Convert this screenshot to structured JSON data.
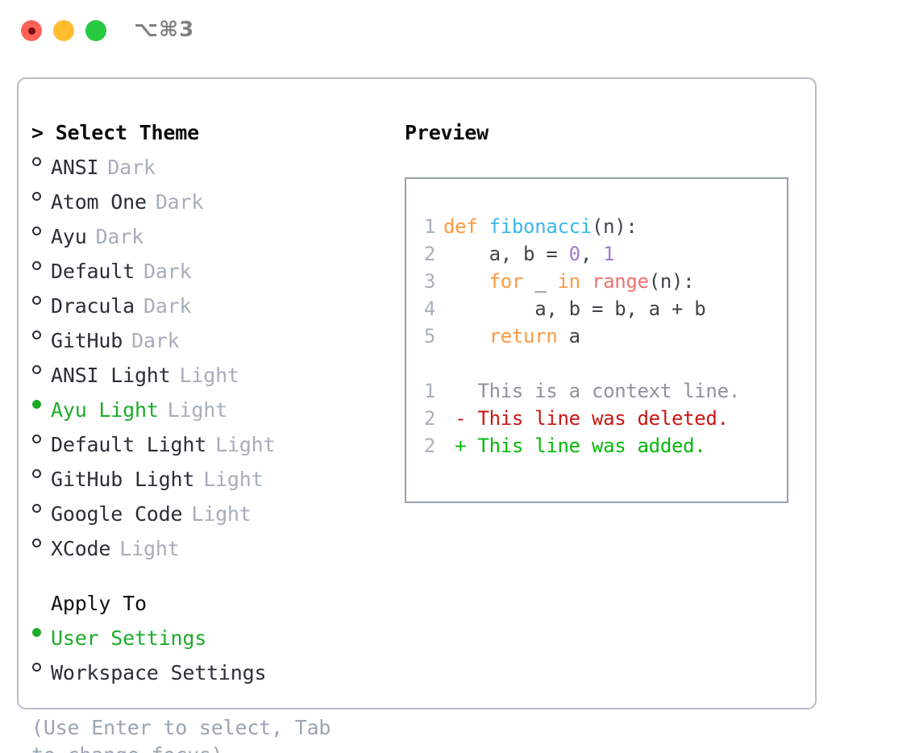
{
  "titlebar": {
    "shortcut": "⌥⌘3",
    "buttons": {
      "close": "close",
      "minimize": "minimize",
      "maximize": "maximize"
    }
  },
  "theme_selector": {
    "heading": "> Select Theme",
    "options": [
      {
        "name": "ANSI",
        "tag": "Dark",
        "selected": false
      },
      {
        "name": "Atom One",
        "tag": "Dark",
        "selected": false
      },
      {
        "name": "Ayu",
        "tag": "Dark",
        "selected": false
      },
      {
        "name": "Default",
        "tag": "Dark",
        "selected": false
      },
      {
        "name": "Dracula",
        "tag": "Dark",
        "selected": false
      },
      {
        "name": "GitHub",
        "tag": "Dark",
        "selected": false
      },
      {
        "name": "ANSI Light",
        "tag": "Light",
        "selected": false
      },
      {
        "name": "Ayu Light",
        "tag": "Light",
        "selected": true
      },
      {
        "name": "Default Light",
        "tag": "Light",
        "selected": false
      },
      {
        "name": "GitHub Light",
        "tag": "Light",
        "selected": false
      },
      {
        "name": "Google Code",
        "tag": "Light",
        "selected": false
      },
      {
        "name": "XCode",
        "tag": "Light",
        "selected": false
      }
    ]
  },
  "apply_to": {
    "heading": "Apply To",
    "options": [
      {
        "name": "User Settings",
        "selected": true
      },
      {
        "name": "Workspace Settings",
        "selected": false
      }
    ]
  },
  "hint": "(Use Enter to select, Tab to change focus)",
  "preview": {
    "title": "Preview",
    "code_lines": [
      {
        "lineno": "1",
        "tokens": [
          {
            "text": "def ",
            "type": "kw"
          },
          {
            "text": "fibonacci",
            "type": "fn"
          },
          {
            "text": "(n):",
            "type": "txt"
          }
        ]
      },
      {
        "lineno": "2",
        "tokens": [
          {
            "text": "    a, b = ",
            "type": "txt"
          },
          {
            "text": "0",
            "type": "num"
          },
          {
            "text": ", ",
            "type": "txt"
          },
          {
            "text": "1",
            "type": "num"
          }
        ]
      },
      {
        "lineno": "3",
        "tokens": [
          {
            "text": "    for",
            "type": "kw"
          },
          {
            "text": " _ ",
            "type": "txt"
          },
          {
            "text": "in ",
            "type": "kw"
          },
          {
            "text": "range",
            "type": "bi"
          },
          {
            "text": "(n):",
            "type": "txt"
          }
        ]
      },
      {
        "lineno": "4",
        "tokens": [
          {
            "text": "        a, b = b, a + b",
            "type": "txt"
          }
        ]
      },
      {
        "lineno": "5",
        "tokens": [
          {
            "text": "    return",
            "type": "kw"
          },
          {
            "text": " a",
            "type": "txt"
          }
        ]
      }
    ],
    "diff_lines": [
      {
        "lineno": "1",
        "marker": "  ",
        "text": "This is a context line.",
        "type": "ctx"
      },
      {
        "lineno": "2",
        "marker": "- ",
        "text": "This line was deleted.",
        "type": "del"
      },
      {
        "lineno": "2",
        "marker": "+ ",
        "text": "This line was added.",
        "type": "add"
      }
    ]
  },
  "colors": {
    "accent_green": "#1dab2a",
    "keyword": "#ff9940",
    "function": "#39b7e8",
    "number": "#a37acc",
    "builtin": "#f07171",
    "diff_deleted": "#cc1414",
    "diff_added": "#06b80b",
    "muted": "#a6aebb",
    "border": "#b6bcc6"
  }
}
